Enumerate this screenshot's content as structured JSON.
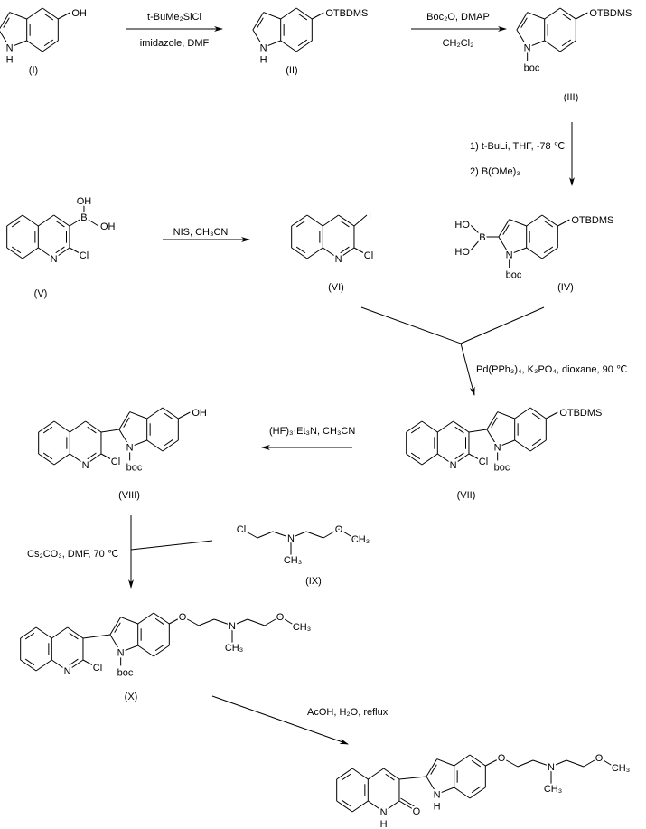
{
  "colors": {
    "ink": "#000000",
    "background": "#ffffff"
  },
  "compounds": {
    "I": {
      "label": "(I)",
      "substituent": "OH"
    },
    "II": {
      "label": "(II)",
      "substituent": "OTBDMS"
    },
    "III": {
      "label": "(III)",
      "substituent": "OTBDMS",
      "n_group": "boc"
    },
    "IV": {
      "label": "(IV)",
      "substituent": "OTBDMS",
      "n_group": "boc",
      "boron": "B",
      "hydroxy": "HO"
    },
    "V": {
      "label": "(V)",
      "boron": "B",
      "hydroxy": "OH",
      "halogen": "Cl"
    },
    "VI": {
      "label": "(VI)",
      "iodo": "I",
      "halogen": "Cl"
    },
    "VII": {
      "label": "(VII)",
      "substituent": "OTBDMS",
      "n_group": "boc",
      "halogen": "Cl"
    },
    "VIII": {
      "label": "(VIII)",
      "substituent": "OH",
      "n_group": "boc",
      "halogen": "Cl"
    },
    "IX": {
      "label": "(IX)",
      "chain": [
        "Cl",
        "N",
        "CH₃",
        "O",
        "CH₃"
      ]
    },
    "X": {
      "label": "(X)",
      "n_group": "boc",
      "halogen": "Cl",
      "chain": [
        "O",
        "N",
        "CH₃",
        "O",
        "CH₃"
      ]
    },
    "final": {
      "oxo": "O",
      "chain": [
        "O",
        "N",
        "CH₃",
        "O",
        "CH₃"
      ]
    }
  },
  "atoms": {
    "N": "N",
    "H": "H"
  },
  "reactions": {
    "step1": {
      "above": "t-BuMe₂SiCl",
      "below": "imidazole, DMF"
    },
    "step2": {
      "above": "Boc₂O, DMAP",
      "below": "CH₂Cl₂"
    },
    "step3": {
      "line1": "1) t-BuLi, THF, -78 ℃",
      "line2": "2) B(OMe)₃"
    },
    "step4": {
      "above": "NIS, CH₃CN"
    },
    "step5": {
      "conditions": "Pd(PPh₃)₄, K₃PO₄, dioxane, 90 ℃"
    },
    "step6": {
      "above": "(HF)₃·Et₃N, CH₃CN"
    },
    "step7": {
      "conditions": "Cs₂CO₃, DMF, 70 ℃"
    },
    "step8": {
      "above": "AcOH, H₂O, reflux"
    }
  }
}
